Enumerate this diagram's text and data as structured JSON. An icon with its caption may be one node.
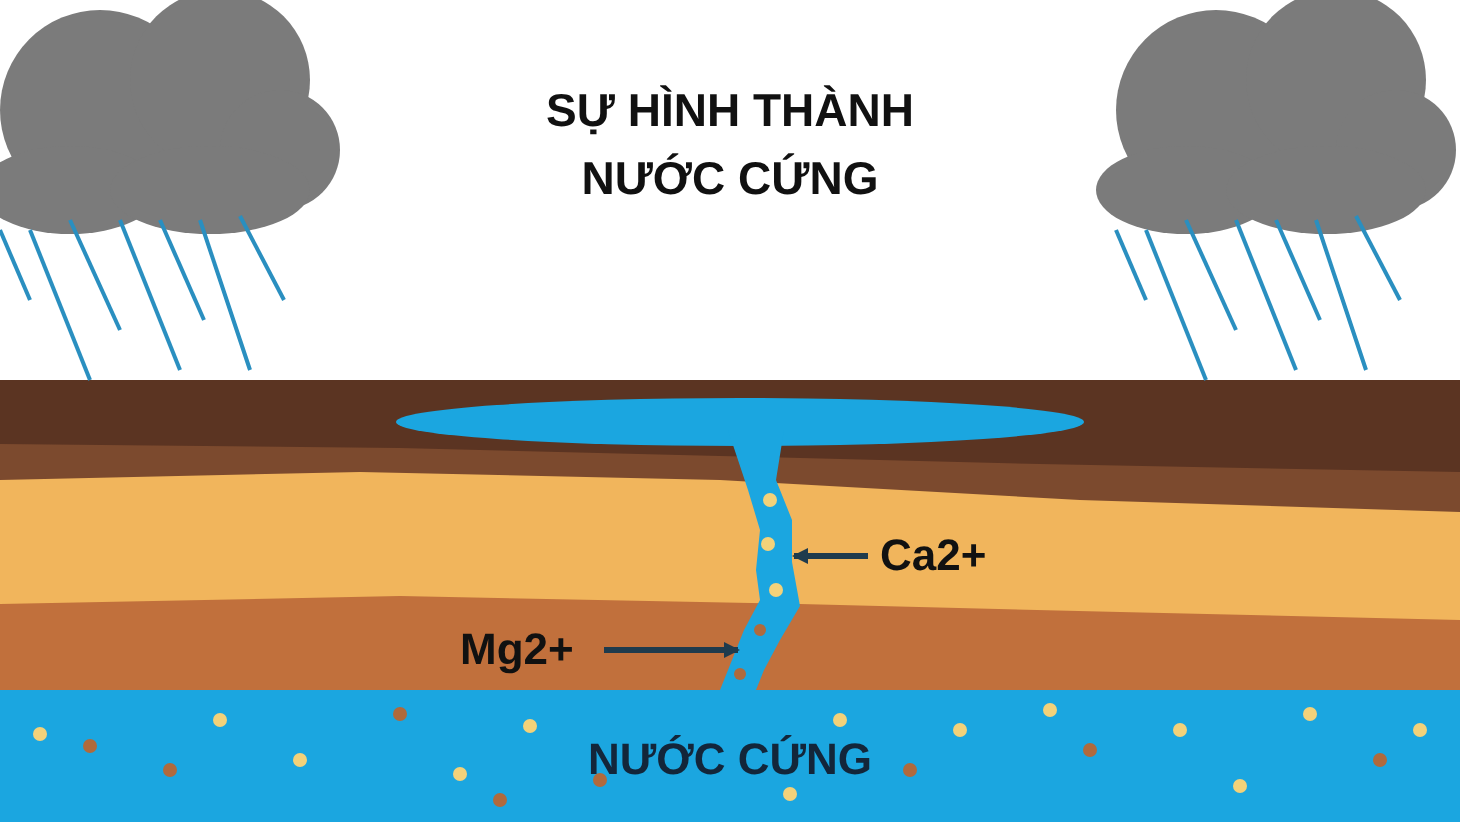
{
  "diagram": {
    "title": "SỰ HÌNH THÀNH NƯỚC CỨNG",
    "nodes": [
      {
        "text": [
          "Ca2+"
        ]
      },
      {
        "text": [
          "Mg2+"
        ]
      },
      {
        "text": [],
        "shape": "picture"
      },
      {
        "text": [
          "NƯỚC CỨNG"
        ]
      }
    ],
    "edges": [
      {
        "from": 0,
        "to": 2,
        "arrow": "to"
      },
      {
        "from": 1,
        "to": 2,
        "arrow": "to"
      }
    ]
  }
}
